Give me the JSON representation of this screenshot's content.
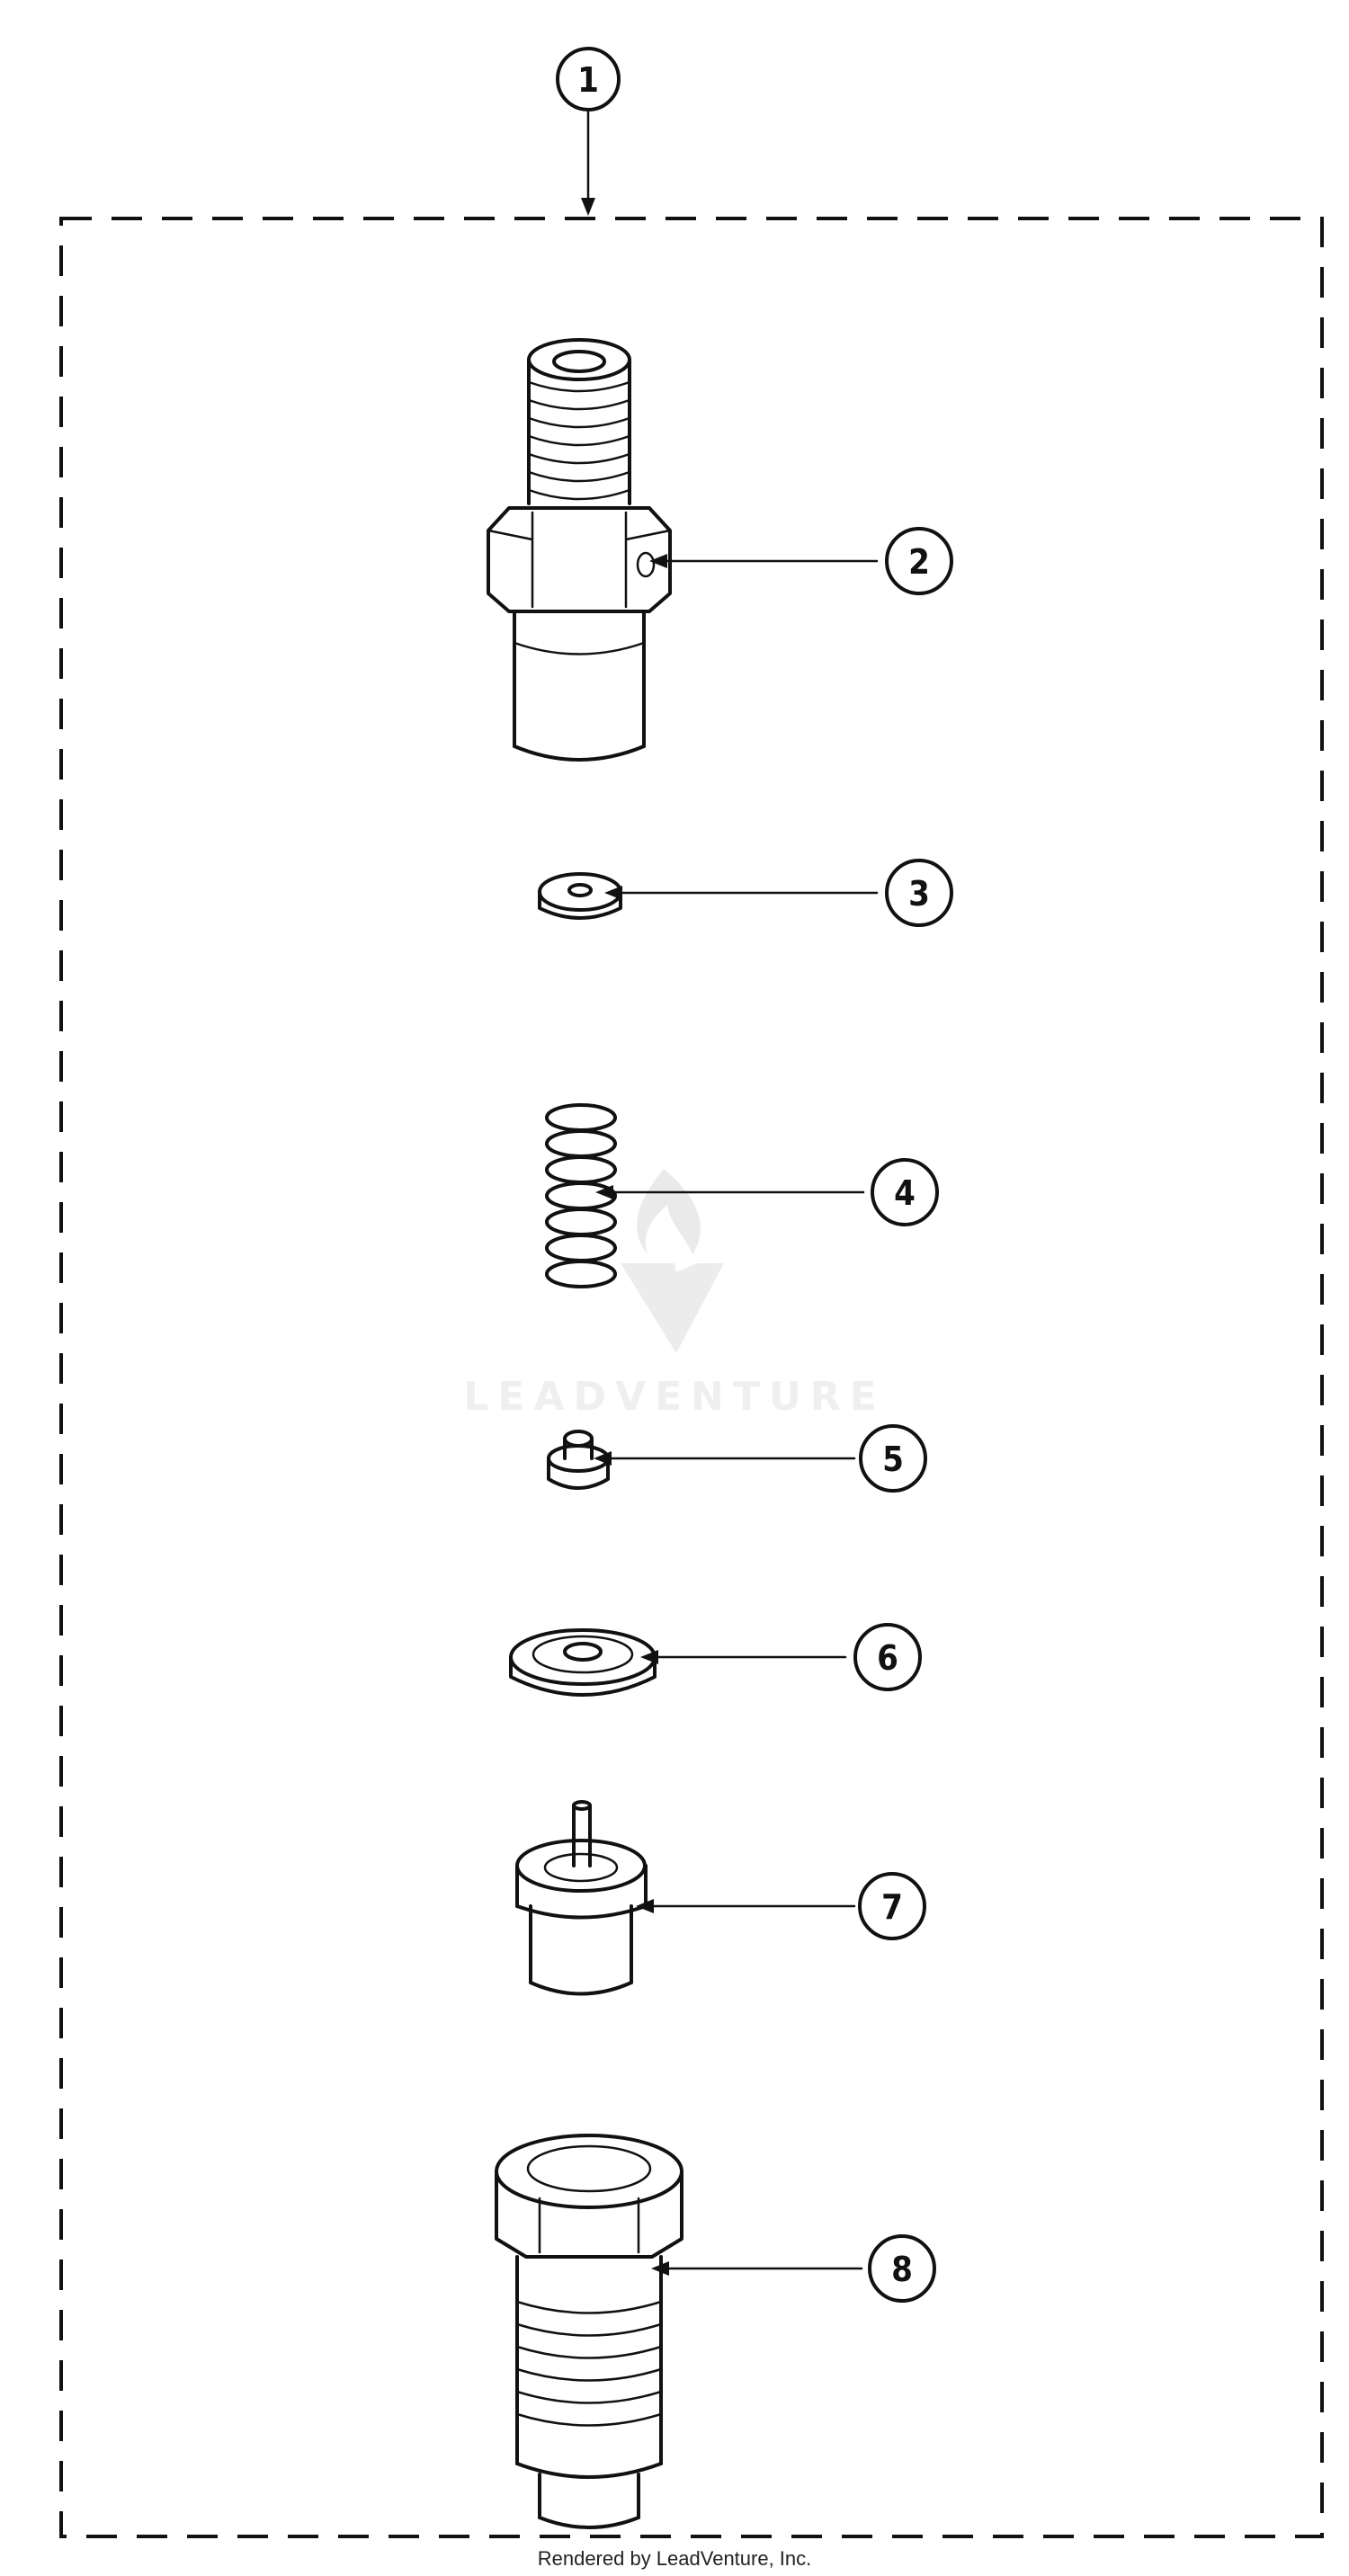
{
  "diagram": {
    "callouts": [
      {
        "id": "1",
        "label": "1"
      },
      {
        "id": "2",
        "label": "2"
      },
      {
        "id": "3",
        "label": "3"
      },
      {
        "id": "4",
        "label": "4"
      },
      {
        "id": "5",
        "label": "5"
      },
      {
        "id": "6",
        "label": "6"
      },
      {
        "id": "7",
        "label": "7"
      },
      {
        "id": "8",
        "label": "8"
      }
    ]
  },
  "watermark": {
    "text": "LEADVENTURE"
  },
  "footer": {
    "text": "Rendered by LeadVenture, Inc."
  },
  "colors": {
    "ink": "#111111",
    "watermark": "#e2e2e2",
    "background": "#ffffff"
  }
}
